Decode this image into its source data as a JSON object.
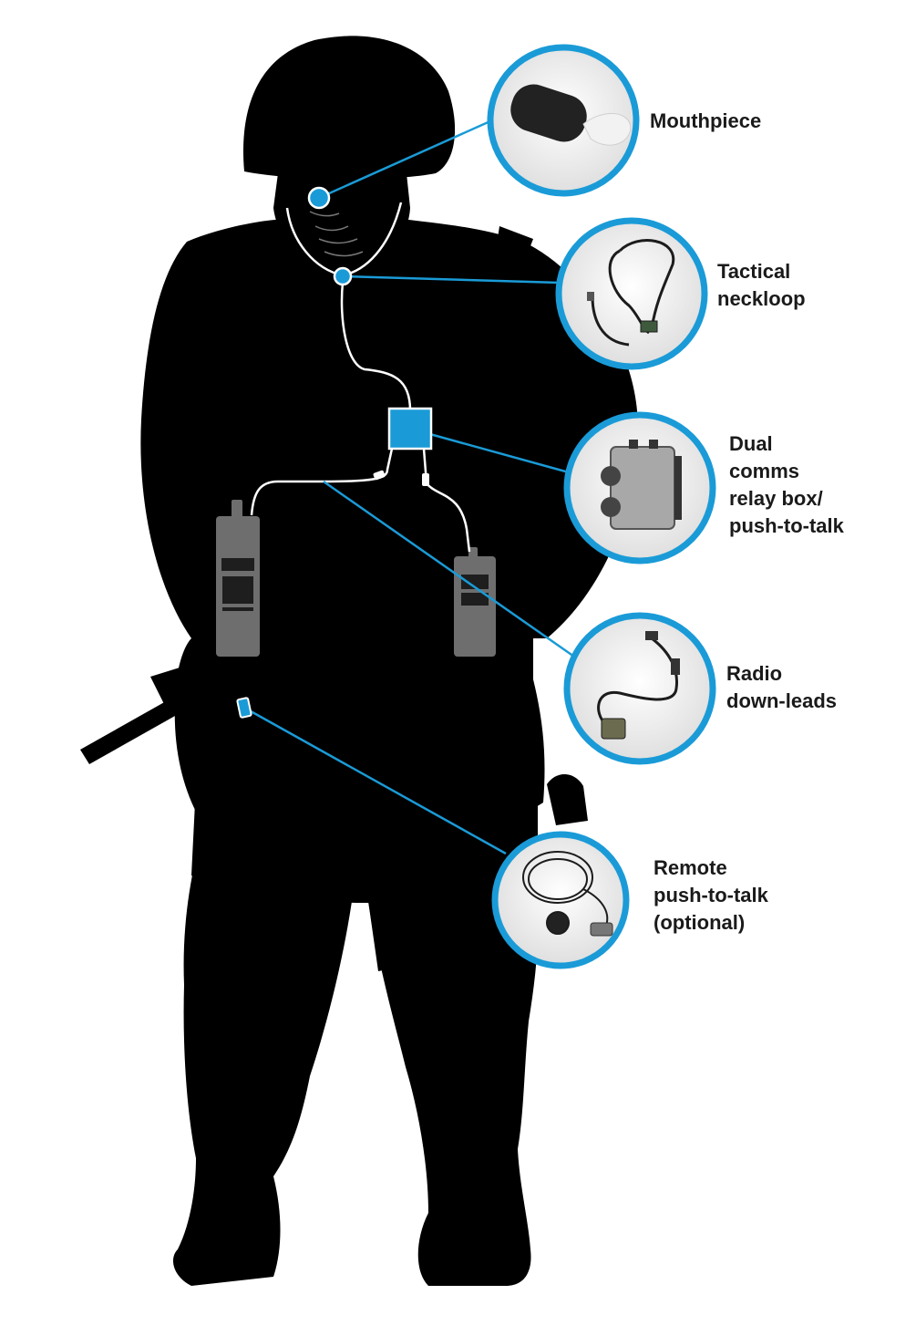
{
  "colors": {
    "accent": "#1a9bd7",
    "silhouette": "#000000",
    "radio": "#6e6e6e",
    "cable": "#ffffff",
    "text": "#1a1a1a"
  },
  "components": [
    {
      "id": "mouthpiece",
      "lines": [
        "Mouthpiece"
      ],
      "icon": "mouthpiece-photo-icon"
    },
    {
      "id": "neckloop",
      "lines": [
        "Tactical",
        "neckloop"
      ],
      "icon": "neckloop-photo-icon"
    },
    {
      "id": "relay-box",
      "lines": [
        "Dual",
        "comms",
        "relay box/",
        "push-to-talk"
      ],
      "icon": "relay-box-photo-icon"
    },
    {
      "id": "down-leads",
      "lines": [
        "Radio",
        "down-leads"
      ],
      "icon": "cable-photo-icon"
    },
    {
      "id": "remote-ptt",
      "lines": [
        "Remote",
        "push-to-talk",
        "(optional)"
      ],
      "icon": "ptt-switch-photo-icon"
    }
  ]
}
